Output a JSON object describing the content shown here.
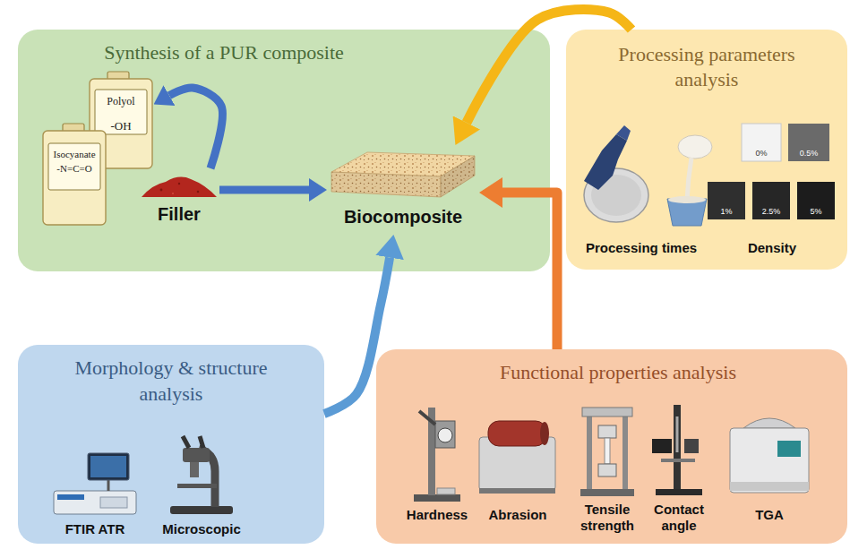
{
  "diagram": {
    "nodes": [
      {
        "text": [
          "Synthesis of a PUR composite"
        ]
      },
      {
        "text": [
          "Polyol",
          "-OH"
        ],
        "in": 0
      },
      {
        "text": [
          "Isocyanate",
          "-N=C=O"
        ],
        "in": 0
      },
      {
        "text": [
          "Filler"
        ],
        "in": 0
      },
      {
        "text": [
          "Biocomposite"
        ],
        "in": 0
      },
      {
        "text": [
          "Processing parameters analysis"
        ]
      },
      {
        "text": [
          "Morphology & structure analysis"
        ]
      },
      {
        "text": [
          "Functional properties analysis"
        ]
      }
    ],
    "edges": [
      {
        "from": 3,
        "to": 1,
        "arrow": "to"
      },
      {
        "from": 3,
        "to": 4,
        "arrow": "to"
      },
      {
        "from": 5,
        "to": 4,
        "arrow": "to"
      },
      {
        "from": 7,
        "to": 4,
        "arrow": "to"
      },
      {
        "from": 6,
        "to": 4,
        "arrow": "to"
      }
    ],
    "labels": [
      "Processing times",
      "Density",
      "0%",
      "0.5%",
      "1%",
      "2.5%",
      "5%",
      "FTIR ATR",
      "Microscopic",
      "Hardness",
      "Abrasion",
      "Tensile strength",
      "Contact angle",
      "TGA"
    ]
  }
}
